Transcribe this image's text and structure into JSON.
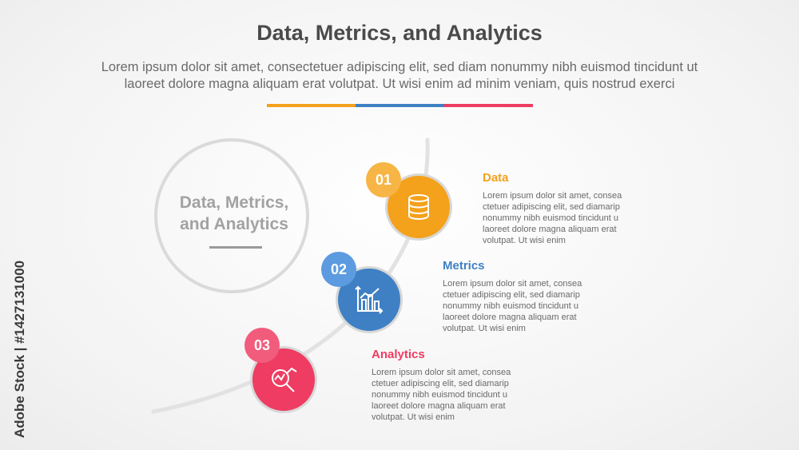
{
  "header": {
    "title": "Data, Metrics, and Analytics",
    "subtitle_line1": "Lorem ipsum dolor sit amet, consectetuer adipiscing elit, sed diam nonummy nibh euismod tincidunt ut",
    "subtitle_line2": "laoreet dolore magna aliquam erat volutpat. Ut wisi enim ad minim veniam, quis nostrud exerci"
  },
  "colors": {
    "orange": "#f4a11b",
    "blue": "#3f80c4",
    "red": "#ee3c62",
    "gray": "#d8d8d8"
  },
  "center": {
    "line1": "Data, Metrics,",
    "line2": "and Analytics"
  },
  "items": [
    {
      "number": "01",
      "title": "Data",
      "icon": "database-icon",
      "text": [
        "Lorem ipsum dolor sit amet, consea",
        "ctetuer adipiscing elit, sed diamarip",
        "nonummy nibh euismod tincidunt u",
        "laoreet dolore magna aliquam erat",
        "volutpat. Ut wisi enim"
      ]
    },
    {
      "number": "02",
      "title": "Metrics",
      "icon": "bar-chart-icon",
      "text": [
        "Lorem ipsum dolor sit amet, consea",
        "ctetuer adipiscing elit, sed diamarip",
        "nonummy nibh euismod tincidunt u",
        "laoreet dolore magna aliquam erat",
        "volutpat. Ut wisi enim"
      ]
    },
    {
      "number": "03",
      "title": "Analytics",
      "icon": "magnifier-chart-icon",
      "text": [
        "Lorem ipsum dolor sit amet, consea",
        "ctetuer adipiscing elit, sed diamarip",
        "nonummy nibh euismod tincidunt u",
        "laoreet dolore magna aliquam erat",
        "volutpat. Ut wisi enim"
      ]
    }
  ],
  "watermark": "Adobe Stock | #1427131000"
}
